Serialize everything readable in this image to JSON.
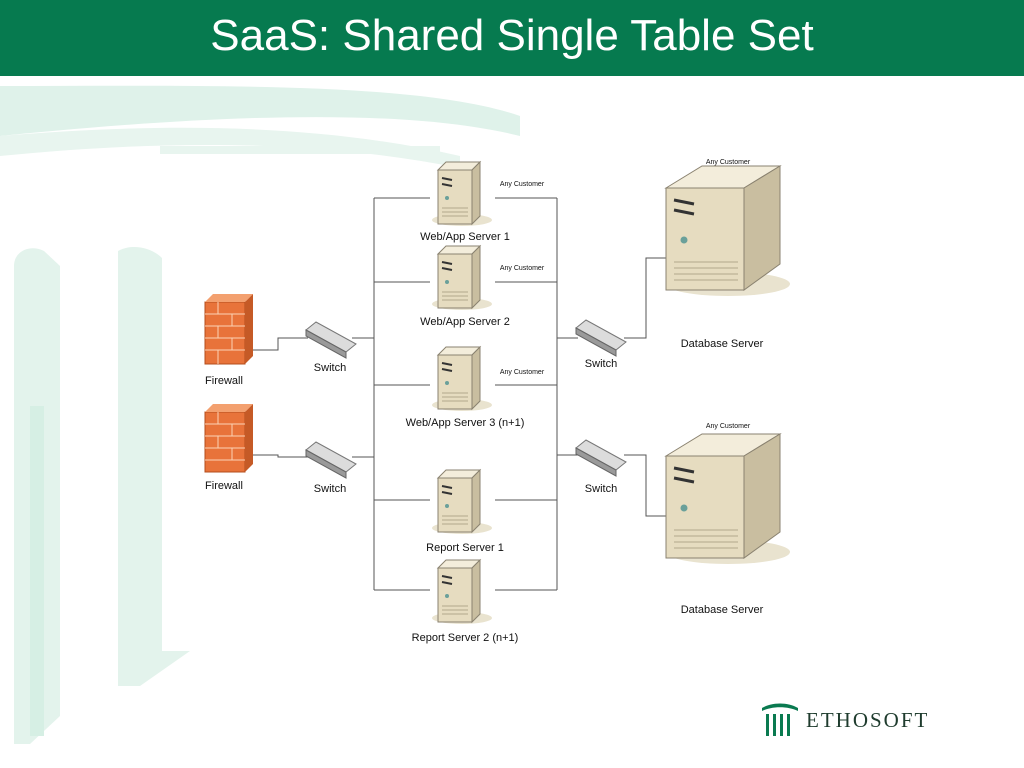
{
  "title": "SaaS: Shared Single Table Set",
  "colors": {
    "title_bar": "#067a4f",
    "background_accent": "#dff2ea",
    "firewall": "#e8733a",
    "server_body": "#e6dcc0",
    "line": "#555555"
  },
  "diagram": {
    "firewalls": [
      {
        "label": "Firewall",
        "icon": "firewall-icon"
      },
      {
        "label": "Firewall",
        "icon": "firewall-icon"
      }
    ],
    "switches": [
      {
        "label": "Switch",
        "icon": "switch-icon"
      },
      {
        "label": "Switch",
        "icon": "switch-icon"
      },
      {
        "label": "Switch",
        "icon": "switch-icon"
      },
      {
        "label": "Switch",
        "icon": "switch-icon"
      }
    ],
    "app_servers": [
      {
        "label": "Web/App Server 1",
        "tag": "Any Customer"
      },
      {
        "label": "Web/App Server 2",
        "tag": "Any Customer"
      },
      {
        "label": "Web/App Server 3 (n+1)",
        "tag": "Any Customer"
      }
    ],
    "report_servers": [
      {
        "label": "Report Server 1"
      },
      {
        "label": "Report Server 2 (n+1)"
      }
    ],
    "database_servers": [
      {
        "label": "Database Server",
        "tag": "Any Customer"
      },
      {
        "label": "Database Server",
        "tag": "Any Customer"
      }
    ]
  },
  "logo": {
    "text": "ETHOSOFT",
    "icon": "columns-logo-icon"
  }
}
